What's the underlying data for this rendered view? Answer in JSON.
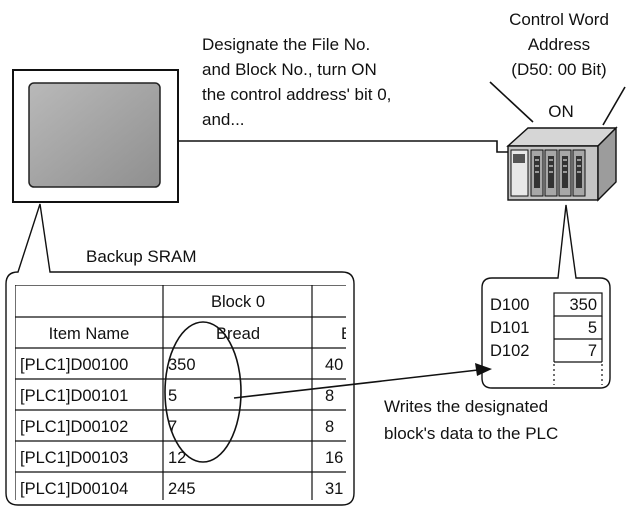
{
  "annotations": {
    "designate_lines": [
      "Designate the File No.",
      "and Block No., turn ON",
      "the control address' bit 0,",
      "and..."
    ],
    "control_word_lines": [
      "Control Word",
      "Address",
      "(D50: 00 Bit)"
    ],
    "on_label": "ON",
    "backup_sram": "Backup SRAM",
    "writes_lines": [
      "Writes the designated",
      "block's data to the PLC"
    ]
  },
  "sram_table": {
    "block_header": "Block 0",
    "item_name_header": "Item Name",
    "column_name": "Bread",
    "next_column_name": "B",
    "rows": [
      {
        "item": "[PLC1]D00100",
        "value": "350",
        "next": "40"
      },
      {
        "item": "[PLC1]D00101",
        "value": "5",
        "next": "8"
      },
      {
        "item": "[PLC1]D00102",
        "value": "7",
        "next": "8"
      },
      {
        "item": "[PLC1]D00103",
        "value": "12",
        "next": "16"
      },
      {
        "item": "[PLC1]D00104",
        "value": "245",
        "next": "31"
      }
    ]
  },
  "plc_registers": [
    {
      "address": "D100",
      "value": "350"
    },
    {
      "address": "D101",
      "value": "5"
    },
    {
      "address": "D102",
      "value": "7"
    }
  ]
}
